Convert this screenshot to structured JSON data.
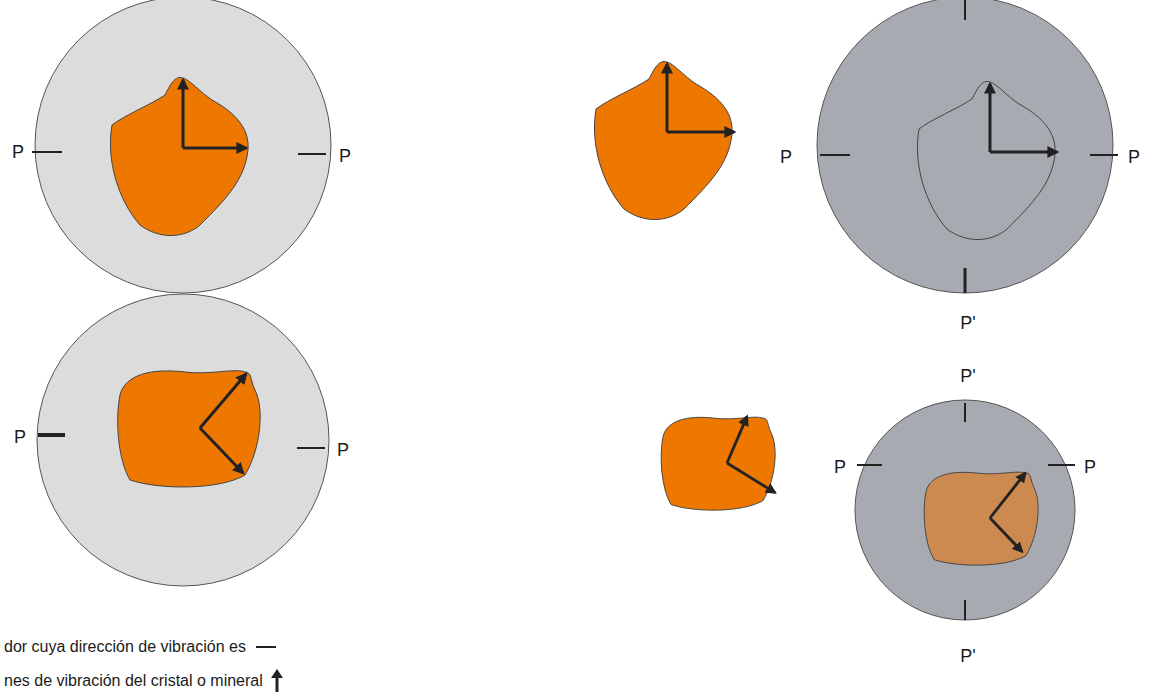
{
  "diagram": {
    "labels": [
      "P",
      "P",
      "P",
      "P",
      "P'",
      "P'",
      "P",
      "P",
      "P",
      "P",
      "P'"
    ],
    "legend": [
      {
        "text": "dor cuya dirección de vibración es"
      },
      {
        "text": "nes de vibración del cristal o mineral"
      }
    ]
  }
}
